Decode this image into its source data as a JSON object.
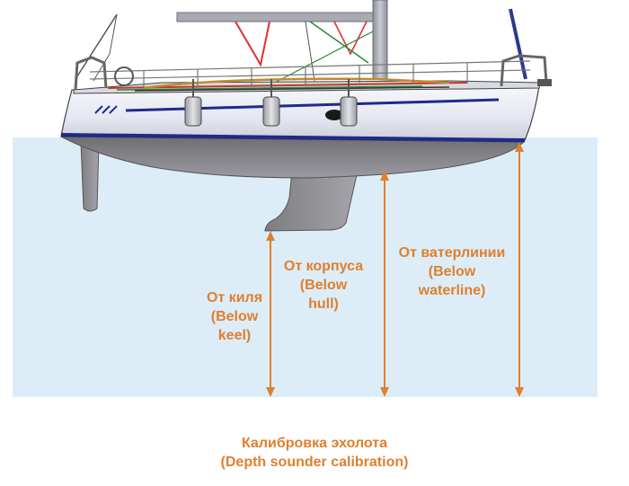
{
  "colors": {
    "water": "#dcedf8",
    "accent": "#e07f2d",
    "hull_top": "#f4f5fb",
    "hull_bottom": "#8a8a8e",
    "stripe": "#1f2a8c"
  },
  "labels": {
    "keel": {
      "ru": "От киля",
      "en1": "(Below",
      "en2": "keel)"
    },
    "hull": {
      "ru": "От корпуса",
      "en1": "(Below",
      "en2": "hull)"
    },
    "waterline": {
      "ru": "От ватерлинии",
      "en1": "(Below",
      "en2": "waterline)"
    }
  },
  "caption": {
    "ru": "Калибровка эхолота",
    "en": "(Depth sounder calibration)"
  }
}
